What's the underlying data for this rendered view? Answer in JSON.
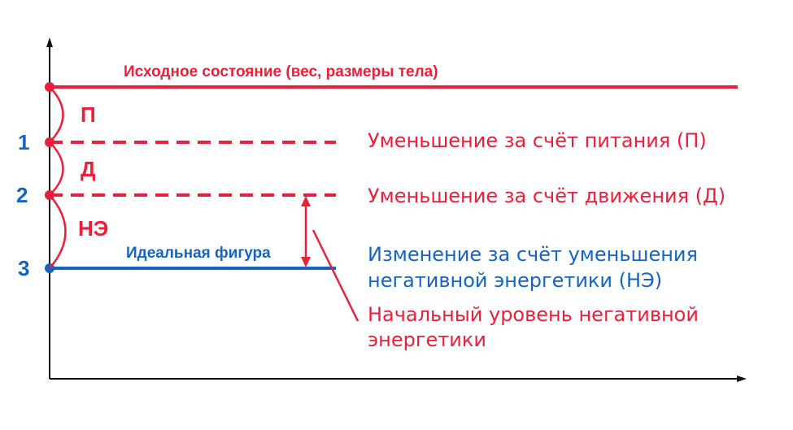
{
  "colors": {
    "red": "#e8203a",
    "blue": "#1565c0",
    "axis": "#111111"
  },
  "levels": {
    "initial": {
      "label": "Исходное состояние (вес, размеры тела)"
    },
    "one": {
      "num": "1",
      "desc": "Уменьшение за счёт питания (П)"
    },
    "two": {
      "num": "2",
      "desc": "Уменьшение за счёт движения (Д)"
    },
    "three": {
      "num": "3",
      "label": "Идеальная фигура",
      "desc_line1": "Изменение за счёт уменьшения",
      "desc_line2": "негативной энергетики (НЭ)"
    }
  },
  "segments": {
    "p": "П",
    "d": "Д",
    "ne": "НЭ"
  },
  "arrow_note": {
    "line1": "Начальный уровень негативной",
    "line2": "энергетики"
  }
}
